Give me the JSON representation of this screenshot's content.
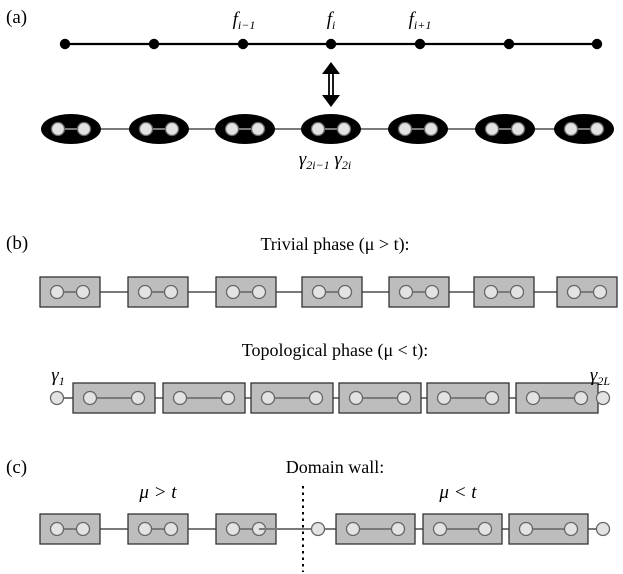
{
  "panels": {
    "a": {
      "label": "(a)",
      "site_labels": [
        "fᵢ₋₁",
        "fᵢ",
        "fᵢ₊₁"
      ],
      "majorana_labels": "γ₂ᵢ₋₁ γ₂ᵢ",
      "num_sites": 7,
      "num_pairs": 7
    },
    "b": {
      "label": "(b)",
      "trivial_title": "Trivial phase (μ > t):",
      "topological_title": "Topological phase (μ < t):",
      "left_edge_label": "γ₁",
      "right_edge_label": "γ₂L",
      "trivial_boxes": 7,
      "topological_boxes": 6
    },
    "c": {
      "label": "(c)",
      "title": "Domain wall:",
      "left_region": "μ > t",
      "right_region": "μ < t",
      "left_boxes": 3,
      "right_boxes": 3
    }
  },
  "colors": {
    "line": "#000000",
    "chain_gray": "#7a7a7a",
    "box_fill": "#bdbdbd",
    "box_stroke": "#333333",
    "majorana_fill": "#e3e3e3",
    "majorana_stroke": "#666666",
    "ellipse_fill": "#000000"
  }
}
